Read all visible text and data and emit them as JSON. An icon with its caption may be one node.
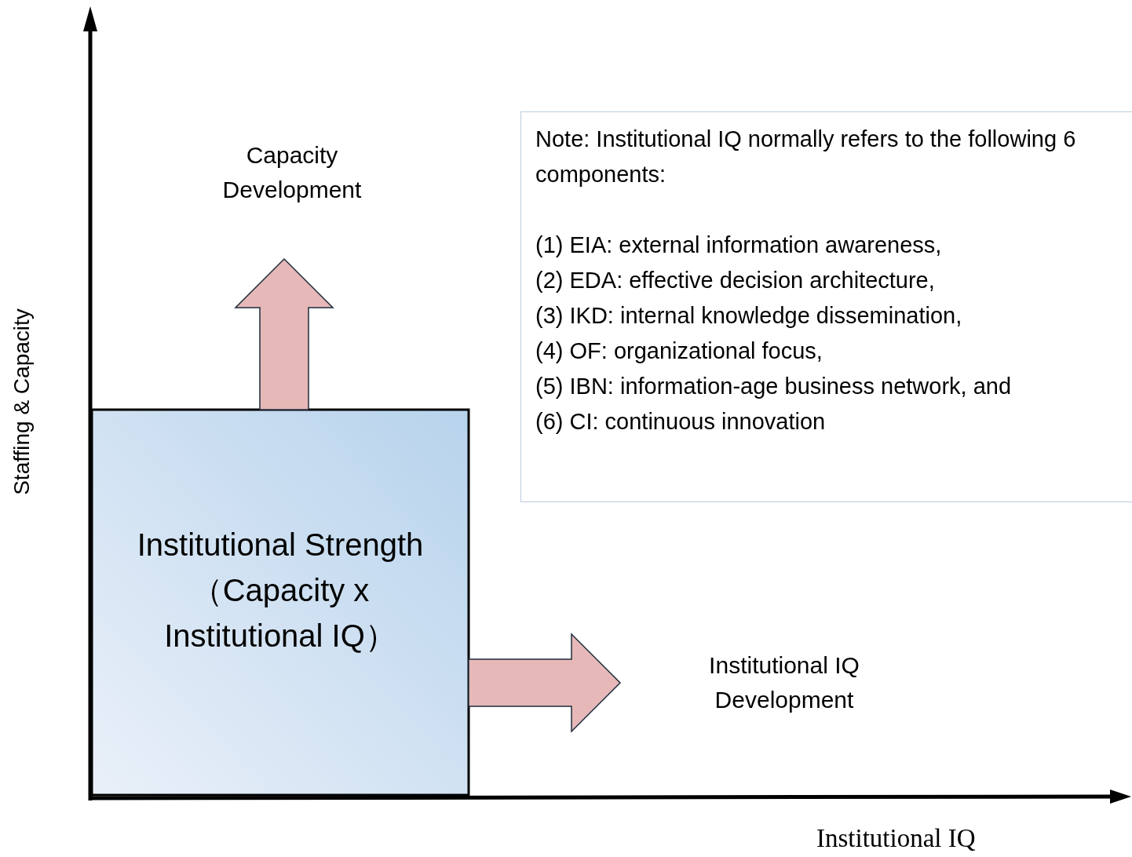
{
  "diagram": {
    "nodes": [
      {
        "text": [
          "Institutional Strength （Capacity x Institutional IQ）"
        ]
      },
      {
        "text": [
          "Capacity Development"
        ]
      },
      {
        "text": [
          "Institutional IQ Development"
        ]
      },
      {
        "text": [
          "Note: Institutional IQ  normally refers to the following 6 components:",
          "(1) EIA: external information awareness,",
          "(2) EDA: effective decision architecture,",
          "(3) IKD: internal knowledge dissemination,",
          "(4) OF: organizational focus,",
          "(5) IBN: information-age business network, and",
          "(6) CI: continuous innovation"
        ]
      }
    ],
    "edges": [
      {
        "from": 0,
        "to": 1,
        "arrow": "to"
      },
      {
        "from": 0,
        "to": 2,
        "arrow": "to"
      }
    ],
    "labels": [
      "Staffing & Capacity",
      "Institutional IQ"
    ]
  }
}
